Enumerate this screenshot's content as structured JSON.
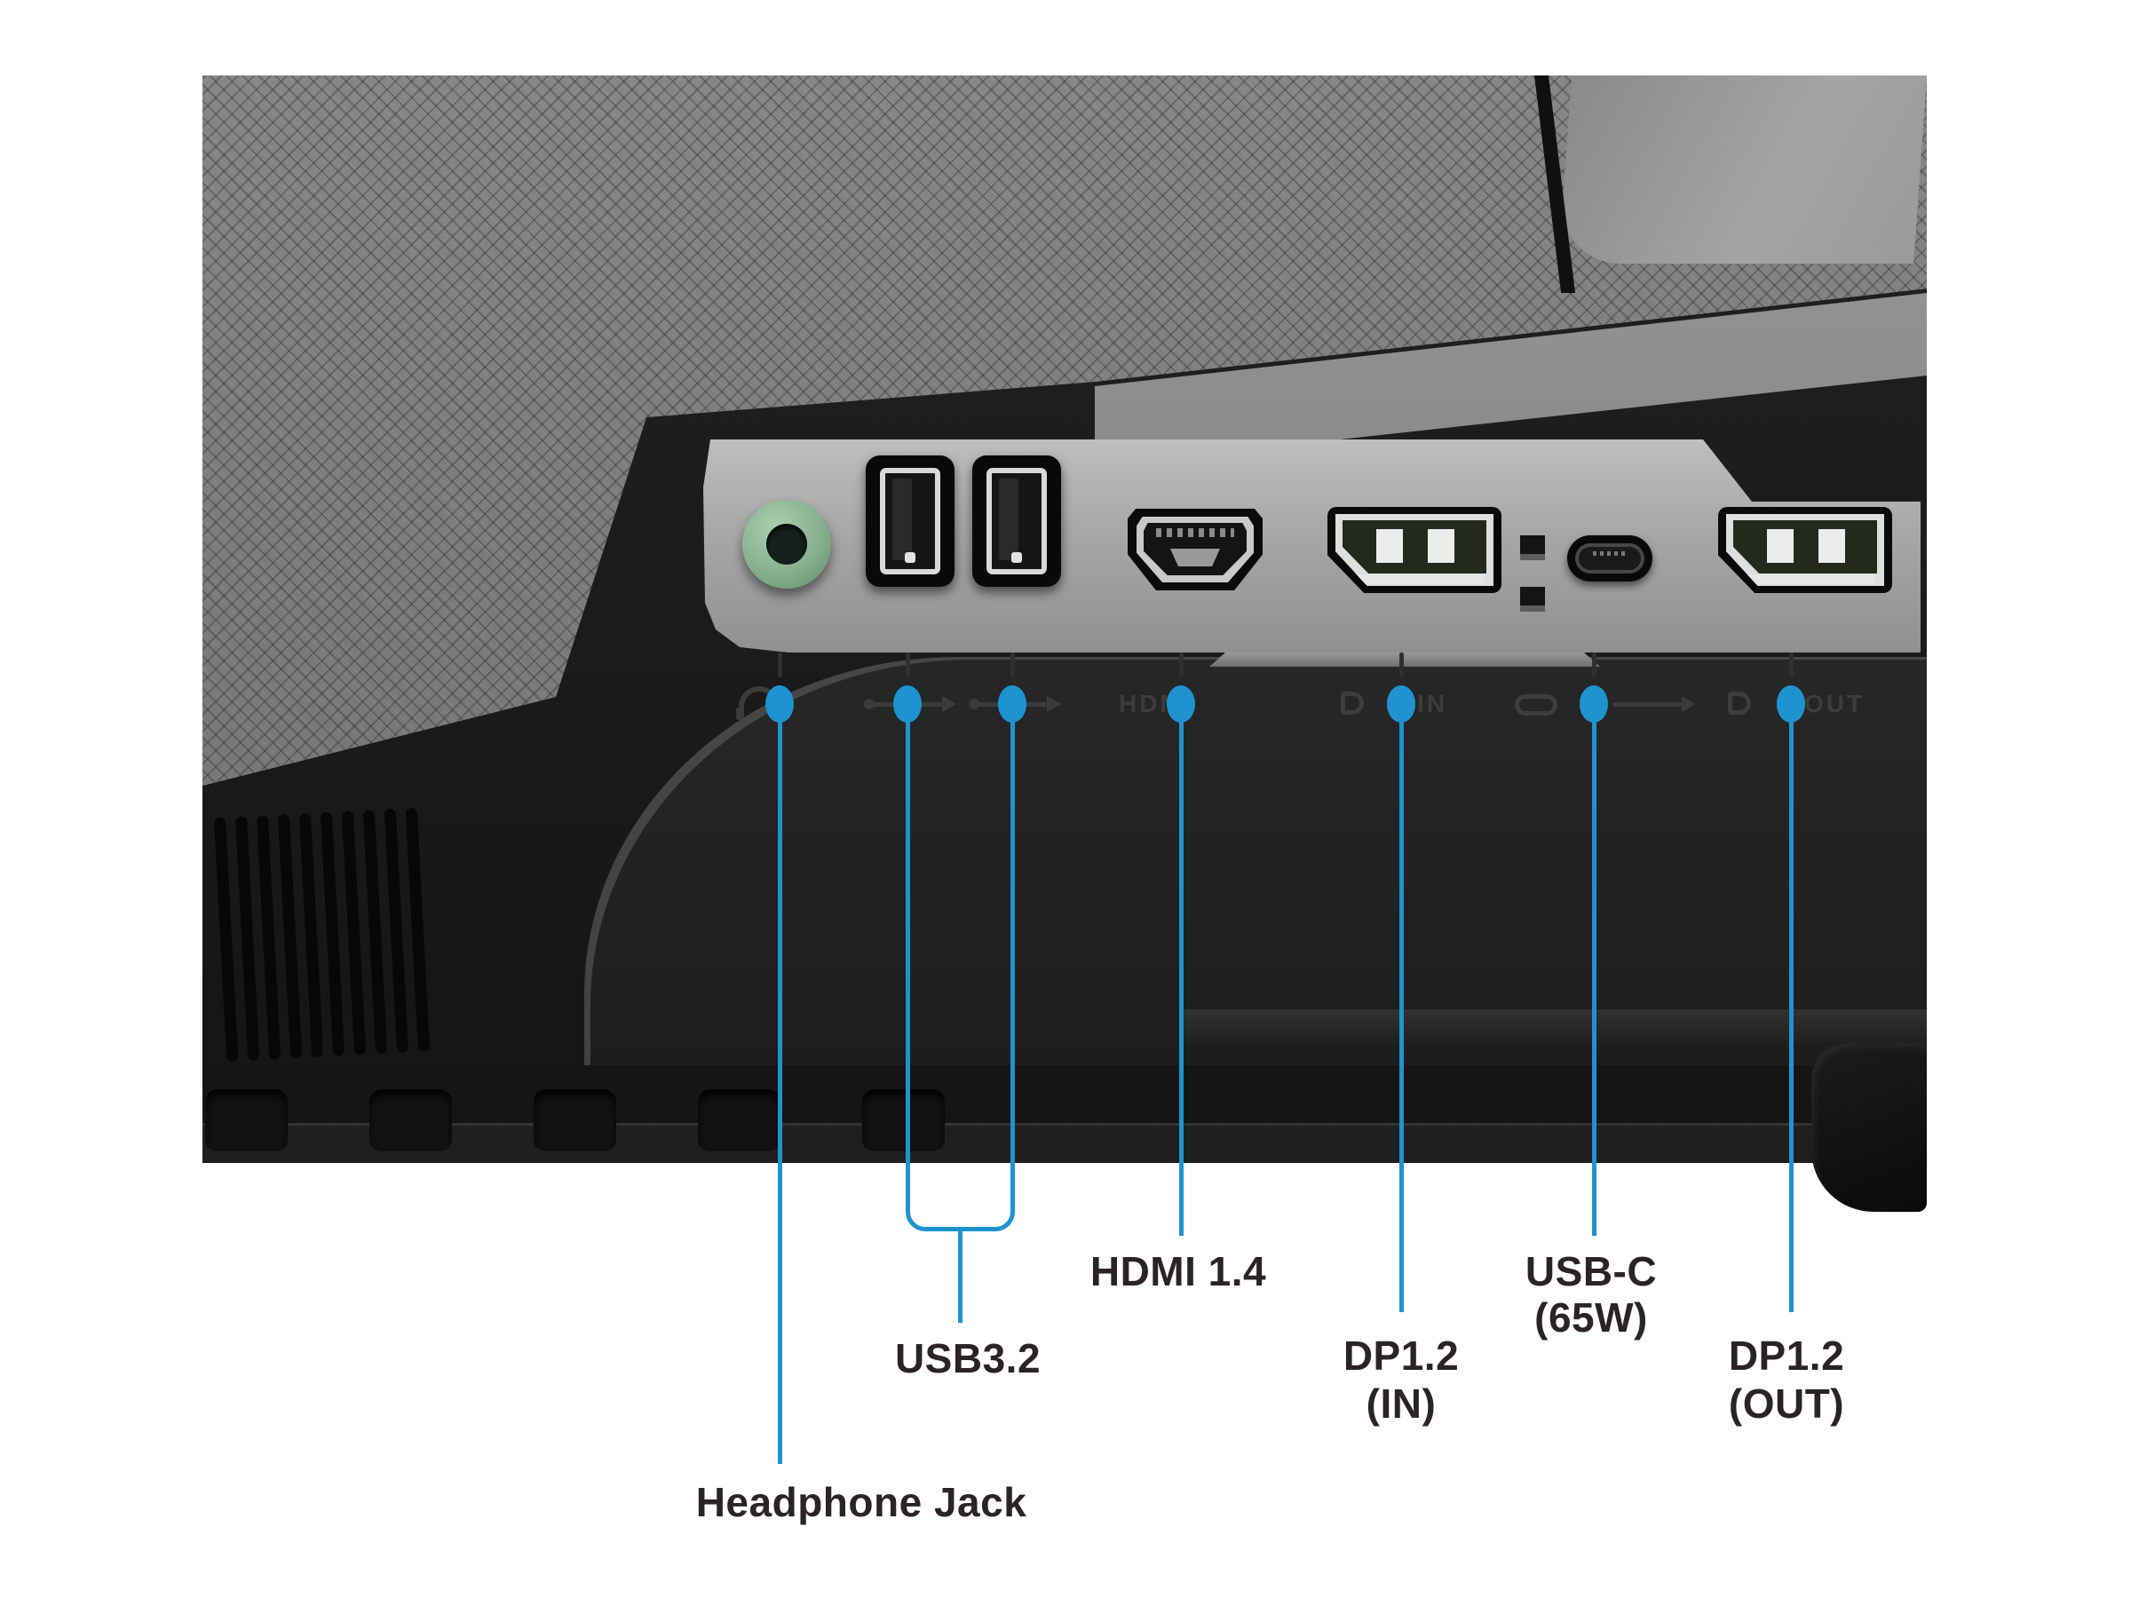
{
  "canvas": {
    "background": "#ffffff",
    "accent_blue": "#1f93cf",
    "label_color": "#2a2425",
    "panel_silver": "#aaaaaa",
    "jack_green": "#86b18c"
  },
  "callouts": {
    "headphone": {
      "label": "Headphone Jack"
    },
    "usb": {
      "label": "USB3.2"
    },
    "hdmi": {
      "label": "HDMI 1.4"
    },
    "dp_in": {
      "label": "DP1.2",
      "sub": "(IN)"
    },
    "usb_c": {
      "label": "USB-C",
      "sub": "(65W)"
    },
    "dp_out": {
      "label": "DP1.2",
      "sub": "(OUT)"
    }
  },
  "panel_print": {
    "hdmi": "HDMI",
    "dp_in": "IN",
    "dp_out": "OUT"
  }
}
